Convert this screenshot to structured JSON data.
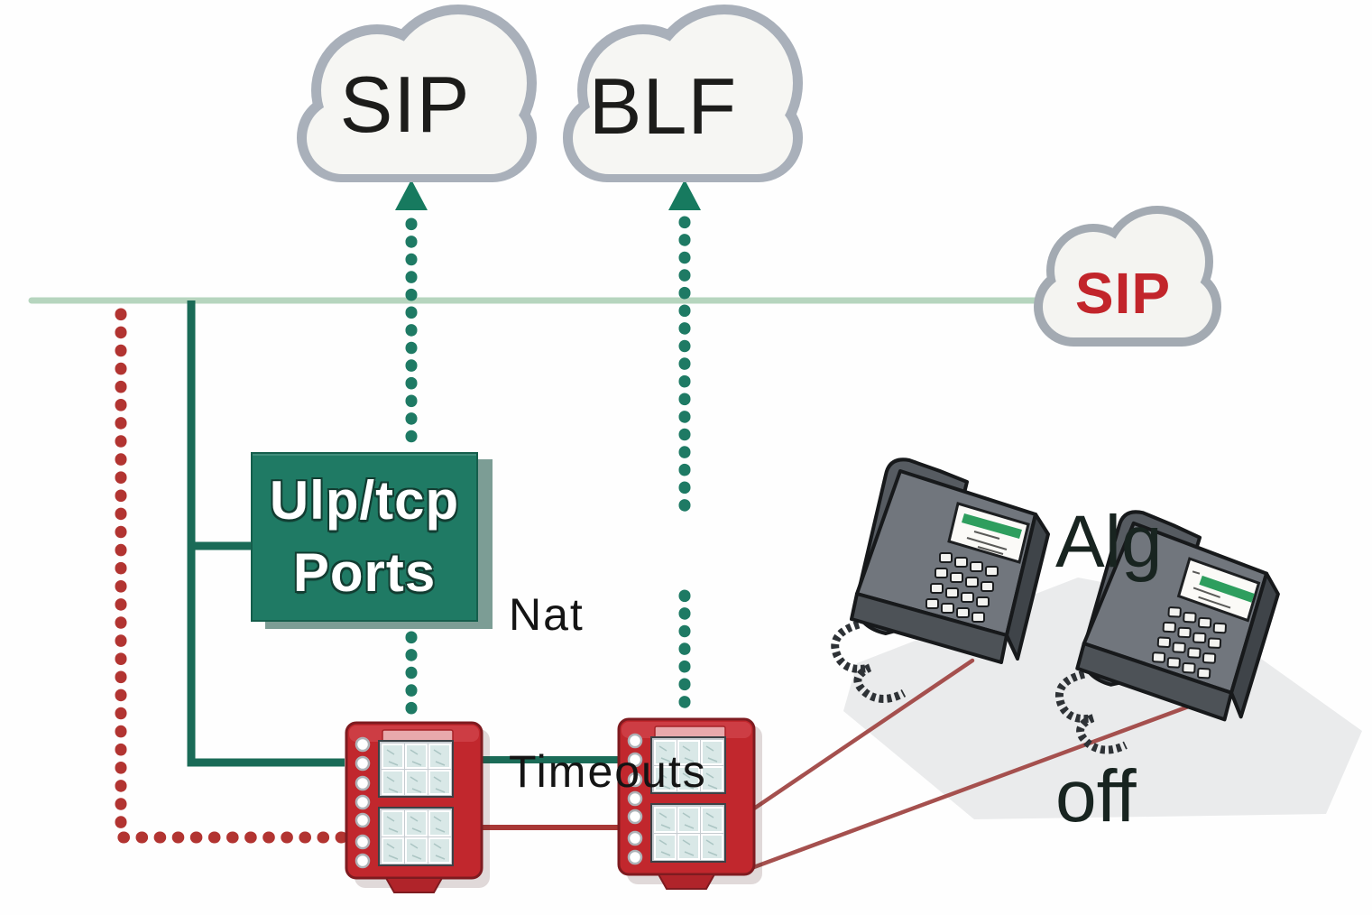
{
  "clouds": {
    "sip_top": {
      "label": "SIP"
    },
    "blf_top": {
      "label": "BLF"
    },
    "sip_right": {
      "label": "SIP"
    }
  },
  "ports_box": {
    "line1": "Ulp/tcp",
    "line2": "Ports"
  },
  "labels": {
    "nat_line1": "Nat",
    "nat_line2": "Timeouts",
    "alg_line1": "Alg",
    "alg_line2": "off"
  },
  "colors": {
    "teal_dotted": "#1e7a64",
    "dark_green_line": "#1a6b57",
    "light_green_line": "#b6d5be",
    "red_dotted": "#b23431",
    "red_link_line": "#a5504e",
    "ports_box_bg": "#1f7a64",
    "ports_box_shadow": "#114d3e",
    "device_red": "#c1272d",
    "device_key": "#d9e8e7",
    "sip_right_text": "#c2252b",
    "cloud_border": "#a9b0ba",
    "cloud_fill": "#f6f6f3",
    "phone_gray": "#71767d",
    "display_green_bar": "#2e9e5e"
  }
}
